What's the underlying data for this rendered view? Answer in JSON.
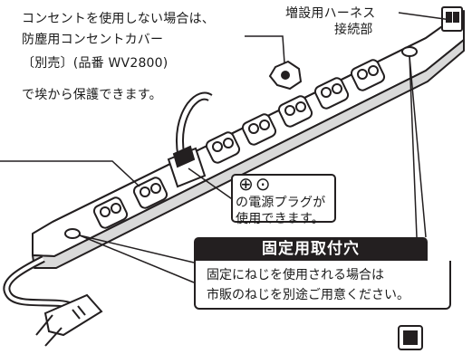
{
  "labels": {
    "cover_line1": "コンセントを使用しない場合は、",
    "cover_line2": "防塵用コンセントカバー",
    "cover_line3": "〔別売〕(品番 WV2800)",
    "cover_line4": "で埃から保護できます。",
    "harness_line1": "増設用ハーネス",
    "harness_line2": "接続部",
    "plug_line1": "の電源プラグが",
    "plug_line2": "使用できます。"
  },
  "callout": {
    "title": "固定用取付穴",
    "body_line1": "固定にねじを使用される場合は",
    "body_line2": "市販のねじを別途ご用意ください。"
  },
  "colors": {
    "ink": "#231f20",
    "strip_body": "#ffffff",
    "strip_side": "#d9d9d9"
  }
}
